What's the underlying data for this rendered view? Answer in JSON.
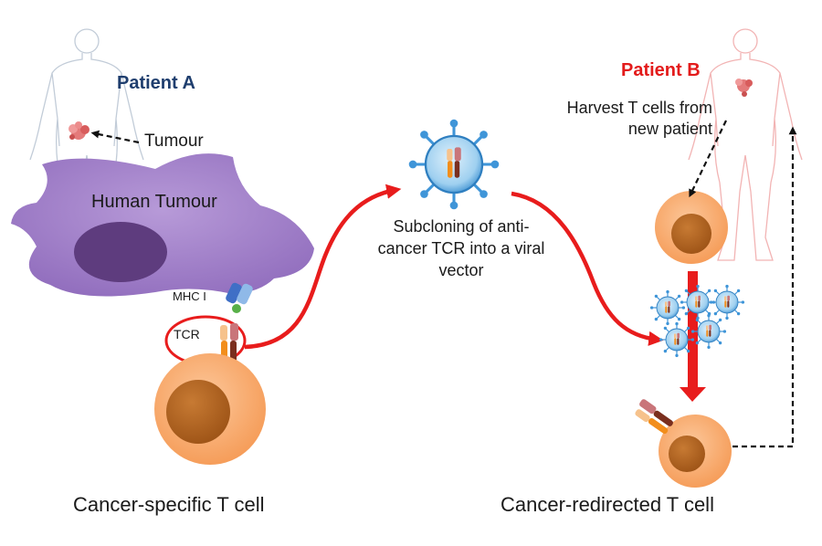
{
  "labels": {
    "patient_a": "Patient A",
    "patient_b": "Patient B",
    "tumour": "Tumour",
    "human_tumour": "Human Tumour",
    "mhc": "MHC I",
    "tcr": "TCR",
    "subcloning": "Subcloning of anti-cancer TCR into a viral vector",
    "harvest": "Harvest T cells from new patient",
    "caption_left": "Cancer-specific T cell",
    "caption_right": "Cancer-redirected T cell"
  },
  "colors": {
    "patient_a": "#1f3e6e",
    "patient_b": "#e31b1b",
    "arrow_red": "#e81c1c",
    "tumour_fill": "#a585c9",
    "nucleus_tumour": "#5e3c7e",
    "tcell_fill": "#f8a96a",
    "tcell_nucleus": "#b7651d",
    "virus": "#3f95d8",
    "silhouette_a": "#c2ccd8",
    "silhouette_b": "#f2b4b4"
  },
  "icons": [
    "human-silhouette-icon",
    "tumour-icon",
    "viral-vector-icon",
    "tcr-receptor-icon",
    "mhc-molecule-icon",
    "t-cell-icon"
  ]
}
